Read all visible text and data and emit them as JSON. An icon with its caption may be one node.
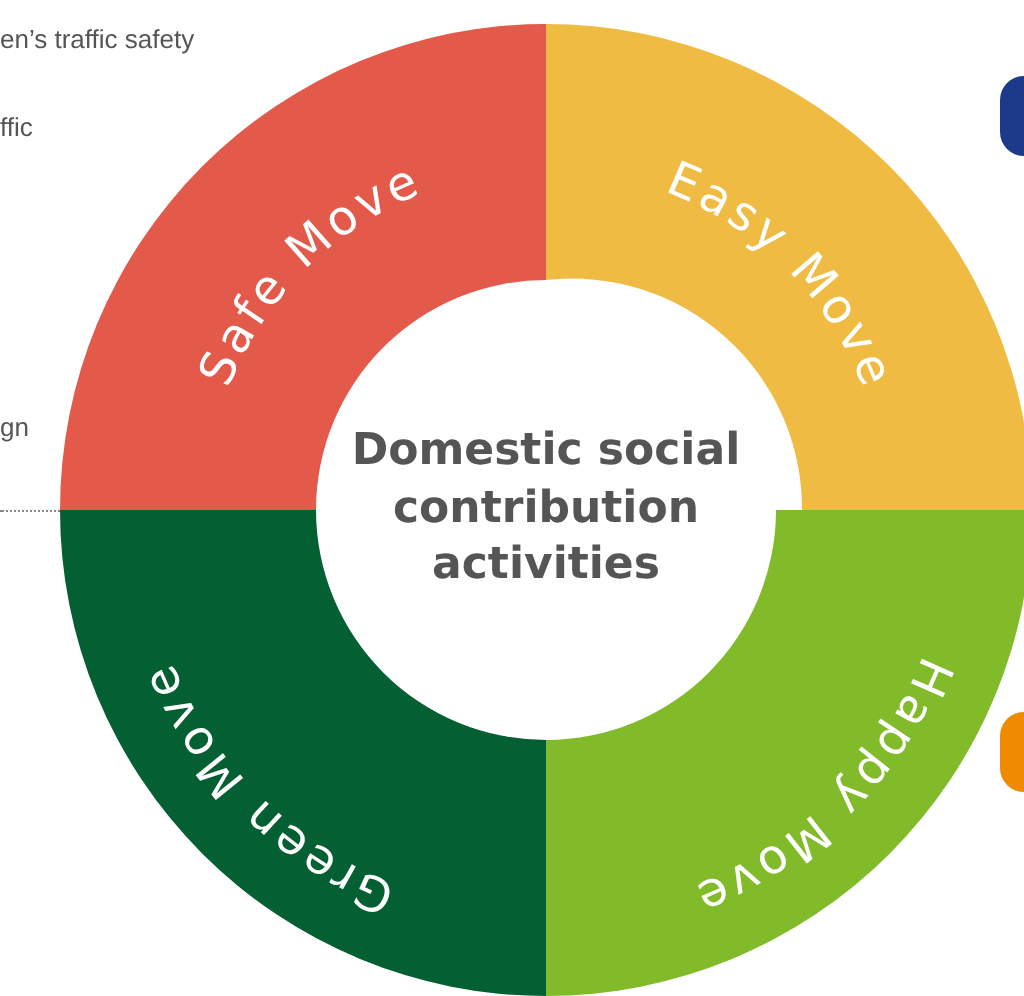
{
  "diagram": {
    "nodes": [
      {
        "text": [
          "Domestic social contribution activities"
        ]
      },
      {
        "text": [
          "Safe Move"
        ]
      },
      {
        "text": [
          "Easy Move"
        ]
      },
      {
        "text": [
          "Green Move"
        ]
      },
      {
        "text": [
          "Happy Move"
        ]
      }
    ],
    "labels": [
      "en’s traffic safety",
      "ffic",
      "gn"
    ]
  }
}
